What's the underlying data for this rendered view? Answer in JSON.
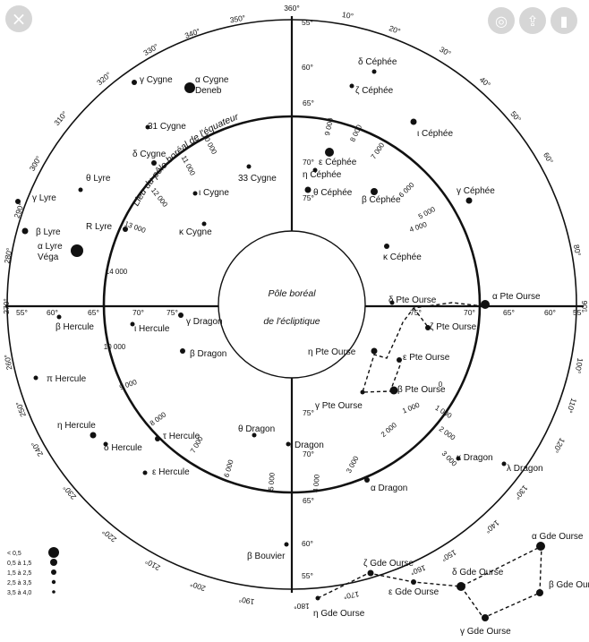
{
  "viewer": {
    "close_icon": "×",
    "lens_icon": "◎",
    "share_icon": "⇪",
    "save_icon": "▮"
  },
  "center": {
    "line1": "Pôle boréal",
    "line2": "de l'écliptique"
  },
  "outer_degrees": [
    "360°",
    "10°",
    "20°",
    "30°",
    "40°",
    "50°",
    "60°",
    "80°",
    "90°",
    "100°",
    "110°",
    "120°",
    "130°",
    "140°",
    "150°",
    "160°",
    "170°",
    "180°",
    "190°",
    "200°",
    "210°",
    "220°",
    "230°",
    "240°",
    "250°",
    "260°",
    "270°",
    "280°",
    "290°",
    "300°",
    "310°",
    "320°",
    "330°",
    "340°",
    "350°"
  ],
  "inner_degrees": [
    "55°",
    "60°",
    "65°",
    "70°",
    "75°",
    "75°",
    "70°",
    "65°",
    "60°",
    "55°",
    "55°",
    "60°",
    "65°",
    "70°",
    "75°",
    "75°",
    "70°",
    "65°",
    "60°",
    "55°"
  ],
  "path_label": "Lieu du pôle boréal de l'équateur",
  "years": [
    "10 000",
    "11 000",
    "12 000",
    "13 000",
    "14 000",
    "10 000",
    "9 000",
    "8 000",
    "7 000",
    "6 000",
    "5 000",
    "4 000",
    "3 000",
    "2 000",
    "1 000",
    "0",
    "1 000",
    "2 000",
    "3 000",
    "4 000",
    "5 000",
    "6 000",
    "7 000",
    "8 000",
    "9 000"
  ],
  "stars": [
    {
      "label": "γ Cygne"
    },
    {
      "label": "α Cygne Deneb"
    },
    {
      "label": "31 Cygne"
    },
    {
      "label": "δ Cygne"
    },
    {
      "label": "ι Cygne"
    },
    {
      "label": "κ Cygne"
    },
    {
      "label": "33 Cygne"
    },
    {
      "label": "θ Lyre"
    },
    {
      "label": "γ Lyre"
    },
    {
      "label": "β Lyre"
    },
    {
      "label": "R Lyre"
    },
    {
      "label": "α Lyre Véga"
    },
    {
      "label": "δ Céphée"
    },
    {
      "label": "ζ Céphée"
    },
    {
      "label": "ι Céphée"
    },
    {
      "label": "ε Céphée"
    },
    {
      "label": "η Céphée"
    },
    {
      "label": "θ Céphée"
    },
    {
      "label": "β Céphée"
    },
    {
      "label": "γ Céphée"
    },
    {
      "label": "κ Céphée"
    },
    {
      "label": "β Hercule"
    },
    {
      "label": "ι Hercule"
    },
    {
      "label": "π Hercule"
    },
    {
      "label": "η Hercule"
    },
    {
      "label": "δ Hercule"
    },
    {
      "label": "ε Hercule"
    },
    {
      "label": "τ Hercule"
    },
    {
      "label": "γ Dragon"
    },
    {
      "label": "β Dragon"
    },
    {
      "label": "θ Dragon"
    },
    {
      "label": "ι Dragon"
    },
    {
      "label": "α Dragon"
    },
    {
      "label": "κ Dragon"
    },
    {
      "label": "λ Dragon"
    },
    {
      "label": "δ Pte Ourse"
    },
    {
      "label": "α Pte Ourse"
    },
    {
      "label": "ζ Pte Ourse"
    },
    {
      "label": "η Pte Ourse"
    },
    {
      "label": "ε Pte Ourse"
    },
    {
      "label": "β Pte Ourse"
    },
    {
      "label": "γ Pte Ourse"
    },
    {
      "label": "β Bouvier"
    },
    {
      "label": "ζ Gde Ourse"
    },
    {
      "label": "α Gde Ourse"
    },
    {
      "label": "δ Gde Ourse"
    },
    {
      "label": "ε Gde Ourse"
    },
    {
      "label": "β Gde Ourse"
    },
    {
      "label": "η Gde Ourse"
    },
    {
      "label": "γ Gde Ourse"
    }
  ],
  "legend": [
    {
      "label": "< 0,5"
    },
    {
      "label": "0,5 à 1,5"
    },
    {
      "label": "1,5 à 2,5"
    },
    {
      "label": "2,5 à 3,5"
    },
    {
      "label": "3,5 à 4,0"
    }
  ]
}
